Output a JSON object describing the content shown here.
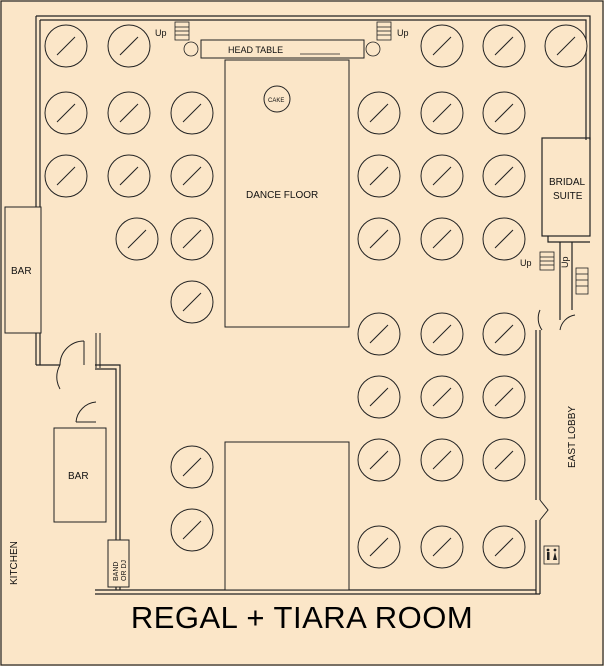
{
  "title": "REGAL + TIARA ROOM",
  "labels": {
    "head_table": "HEAD TABLE",
    "dance_floor": "DANCE FLOOR",
    "cake": "CAKE",
    "bar_left": "BAR",
    "bar_lower": "BAR",
    "bridal_suite_line1": "BRIDAL",
    "bridal_suite_line2": "SUITE",
    "east_lobby": "EAST LOBBY",
    "kitchen": "KITCHEN",
    "band_line1": "BAND",
    "band_line2": "OR DJ",
    "up": "Up"
  },
  "colors": {
    "background": "#fbe6c8",
    "lines": "#222222",
    "fill": "#fbe6c8"
  },
  "icons": [
    "stairs-icon",
    "restroom-icon",
    "door-swing-icon",
    "table-icon"
  ]
}
